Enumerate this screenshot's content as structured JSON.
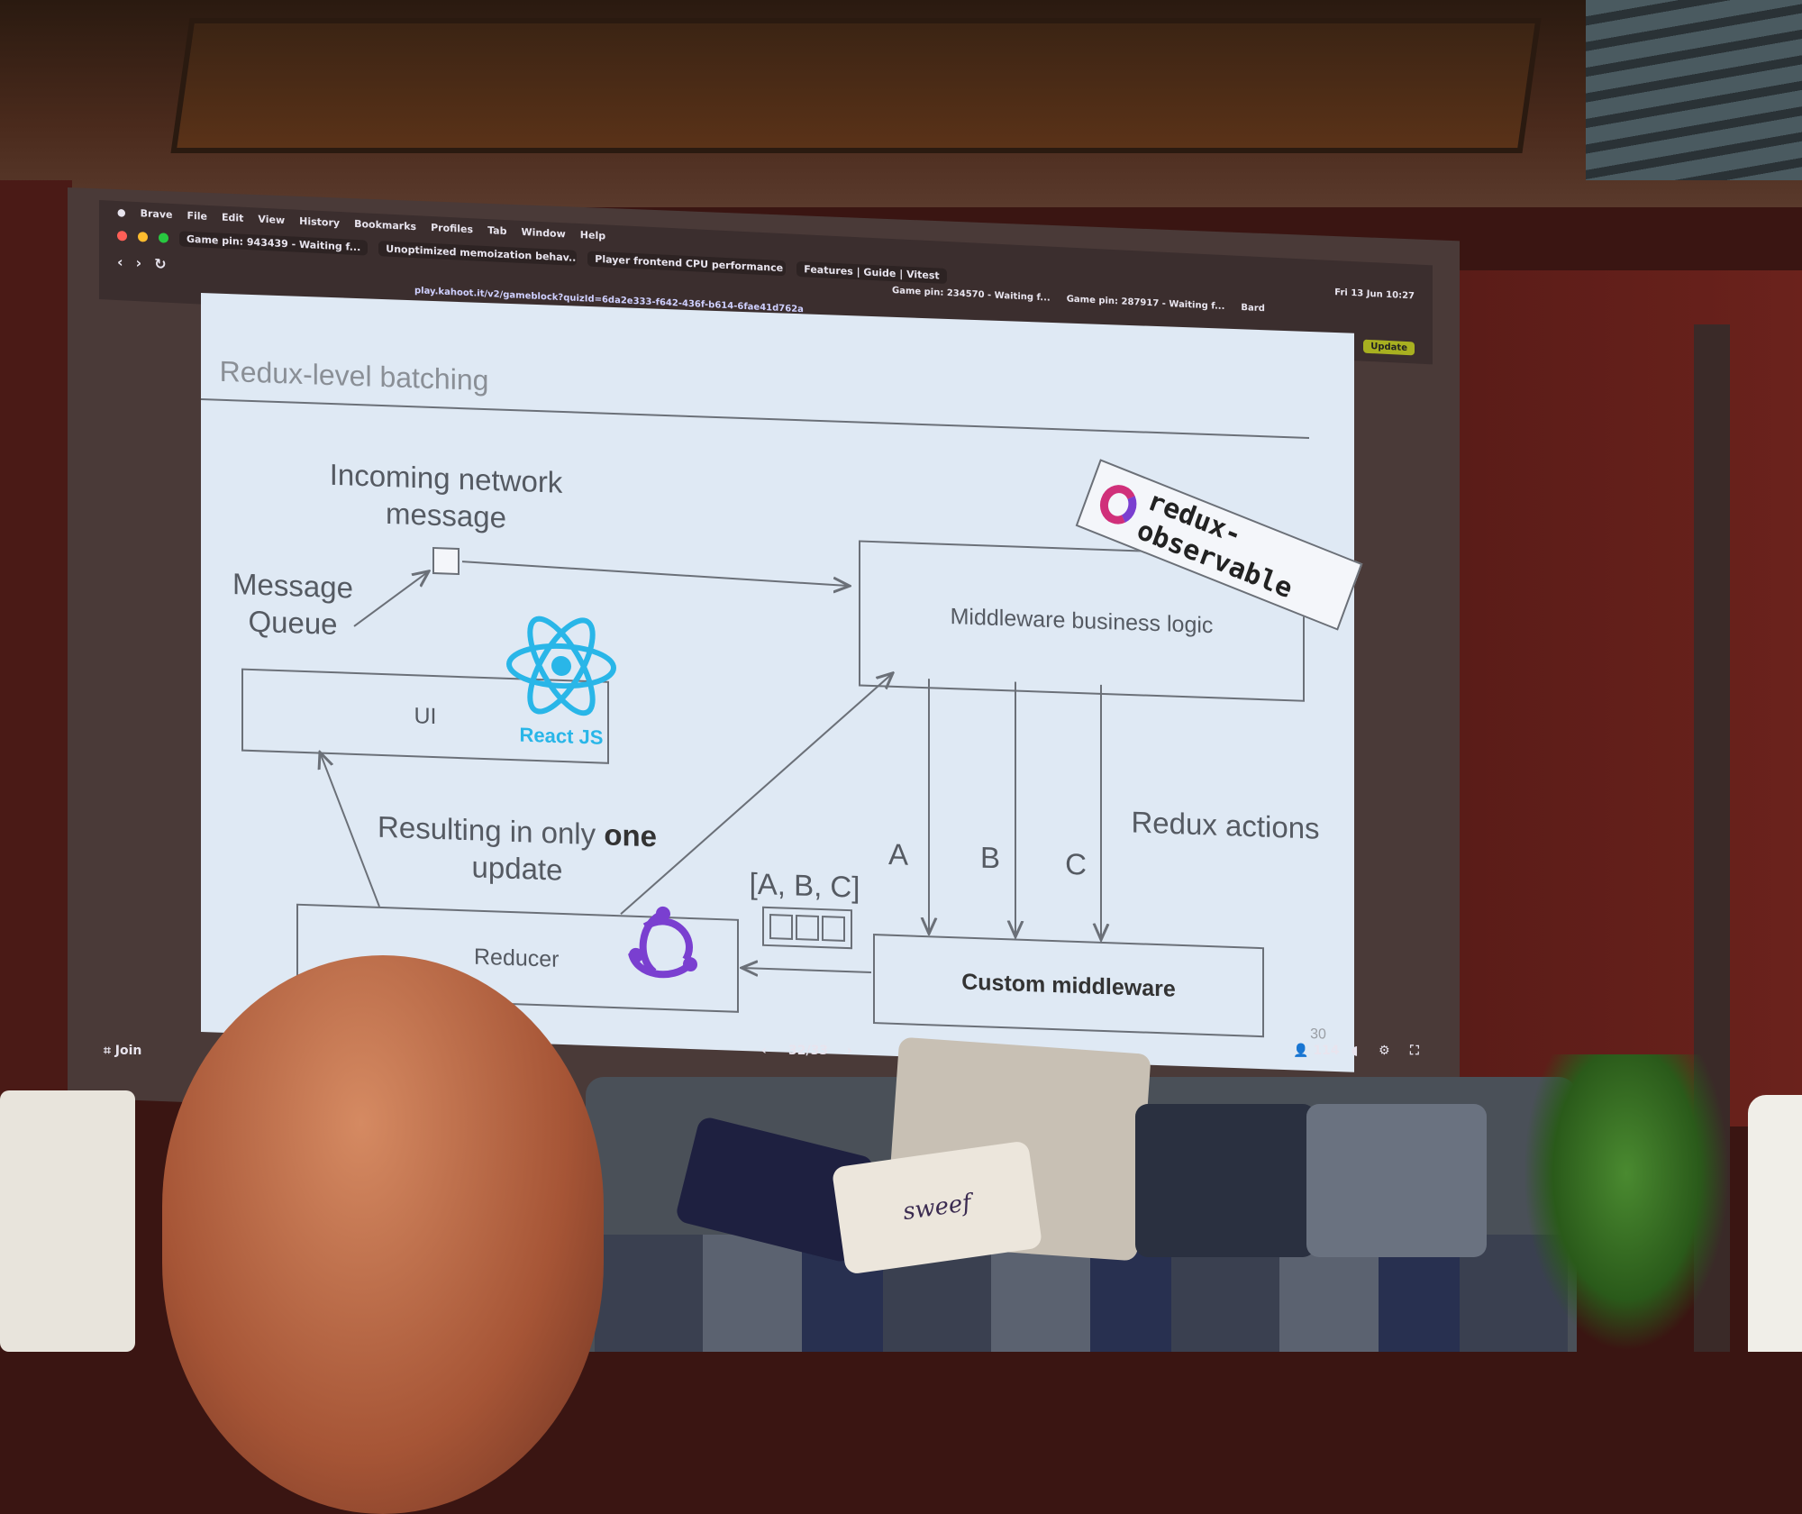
{
  "browser": {
    "menu": [
      "Brave",
      "File",
      "Edit",
      "View",
      "History",
      "Bookmarks",
      "Profiles",
      "Tab",
      "Window",
      "Help"
    ],
    "tabs": [
      "Game pin: 943439 - Waiting f...",
      "Unoptimized memoization behav...",
      "Player frontend CPU performance",
      "Features | Guide | Vitest"
    ],
    "url": "play.kahoot.it/v2/gameblock?quizId=6da2e333-f642-436f-b614-6fae41d762a",
    "right_tabs": [
      "Game pin: 234570 - Waiting f...",
      "Game pin: 287917 - Waiting f...",
      "Bard"
    ],
    "clock": "Fri 13 Jun 10:27",
    "update_label": "Update"
  },
  "slide": {
    "title": "Redux-level batching",
    "incoming": "Incoming network message",
    "queue": "Message Queue",
    "middleware": "Middleware business logic",
    "observable": "redux-observable",
    "ui": "UI",
    "react_label": "React JS",
    "resulting_prefix": "Resulting in only ",
    "resulting_bold": "one",
    "resulting_suffix": "update",
    "reducer": "Reducer",
    "custom": "Custom middleware",
    "actions": "Redux actions",
    "a": "A",
    "b": "B",
    "c": "C",
    "batch": "[A, B, C]",
    "page": "30"
  },
  "presenter": {
    "join": "Join",
    "slide_counter": "32/33",
    "participants": "114"
  },
  "scene": {
    "pillow_text": "sweef"
  },
  "colors": {
    "slide_bg": "#dfe9f4",
    "react": "#29b6e8",
    "redux": "#7a3fd0",
    "observable": "#d0307a"
  }
}
